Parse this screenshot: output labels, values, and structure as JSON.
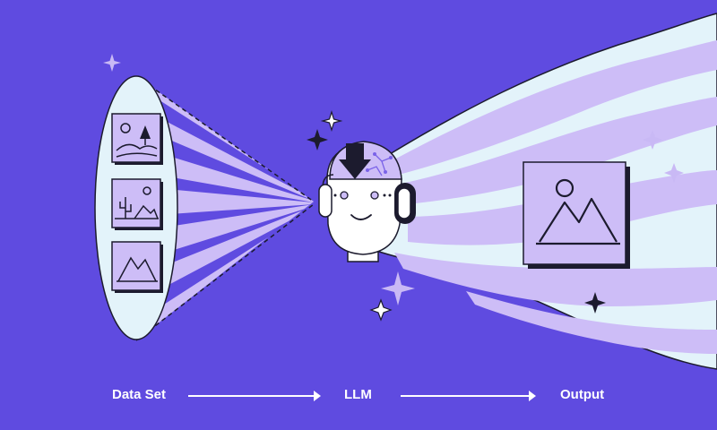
{
  "flow": {
    "step1": "Data Set",
    "step2": "LLM",
    "step3": "Output"
  },
  "colors": {
    "background": "#5f4be0",
    "lavender": "#cdbdf7",
    "ice": "#e3f3fa",
    "ink": "#1c1b2e",
    "sparkle_light": "#c9b9f5",
    "sparkle_dark": "#1c1b2e"
  },
  "icons": {
    "dataset_images": [
      "landscape-tree-icon",
      "cactus-desert-icon",
      "mountain-icon"
    ],
    "robot": "robot-head-icon",
    "output": "image-output-icon"
  }
}
